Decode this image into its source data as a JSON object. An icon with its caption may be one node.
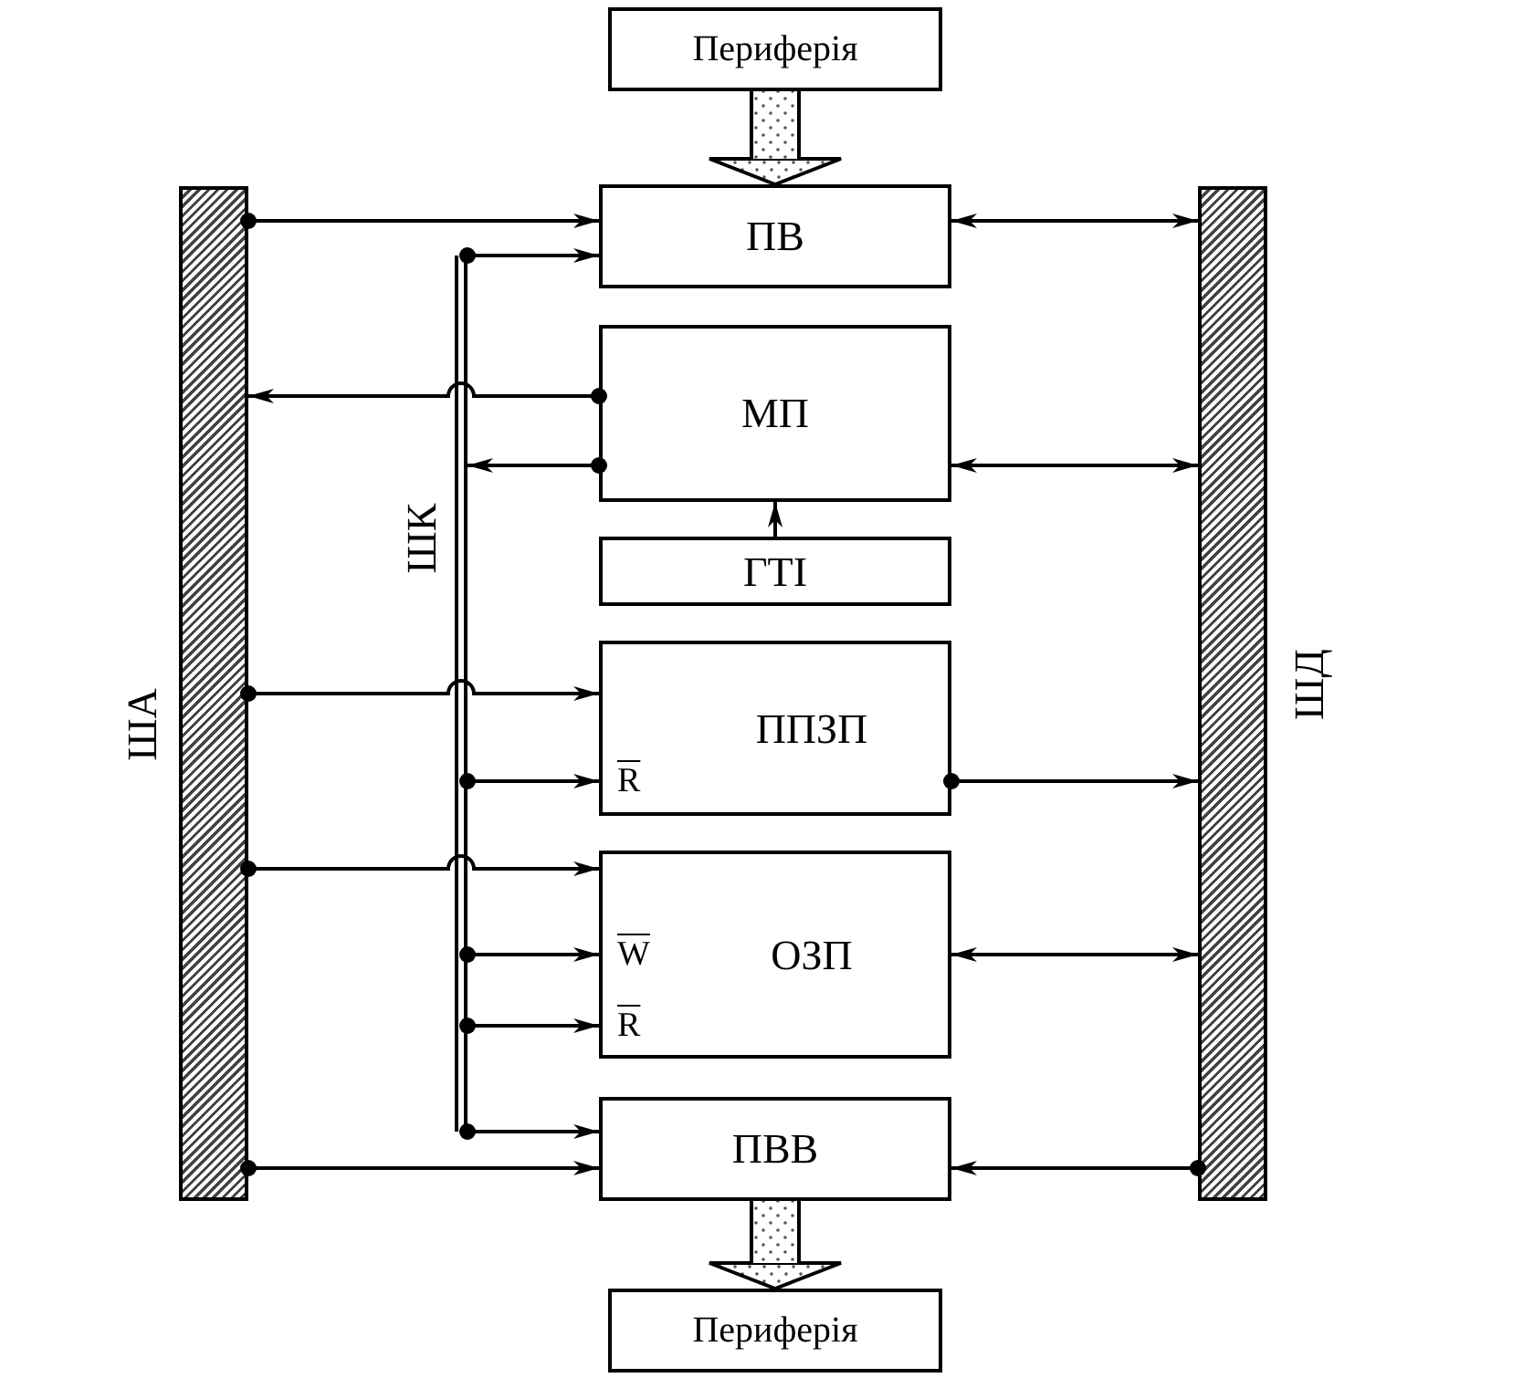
{
  "diagram": {
    "nodes": [
      {
        "text": [
          "Периферія"
        ]
      },
      {
        "text": [
          "ША"
        ]
      },
      {
        "text": [
          "ШК"
        ]
      },
      {
        "text": [
          "ПВ"
        ]
      },
      {
        "text": [
          "МП"
        ]
      },
      {
        "text": [
          "ГТІ"
        ]
      },
      {
        "text": [
          "ППЗП",
          "R"
        ]
      },
      {
        "text": [
          "W",
          "ОЗП",
          "R"
        ]
      },
      {
        "text": [
          "ПВВ"
        ]
      },
      {
        "text": [
          "Периферія"
        ]
      },
      {
        "text": [
          "ШД"
        ]
      }
    ],
    "edges": [
      {
        "from": 0,
        "to": 3,
        "arrow": "to",
        "style": "thick"
      },
      {
        "from": 1,
        "to": 3,
        "arrow": "to"
      },
      {
        "from": 2,
        "to": 3,
        "arrow": "to"
      },
      {
        "from": 3,
        "to": 10,
        "arrow": "both"
      },
      {
        "from": 4,
        "to": 1,
        "arrow": "to"
      },
      {
        "from": 4,
        "to": 2,
        "arrow": "to"
      },
      {
        "from": 4,
        "to": 10,
        "arrow": "both"
      },
      {
        "from": 5,
        "to": 4,
        "arrow": "to"
      },
      {
        "from": 1,
        "to": 6,
        "arrow": "to"
      },
      {
        "from": 2,
        "to": 6,
        "arrow": "to"
      },
      {
        "from": 6,
        "to": 10,
        "arrow": "to"
      },
      {
        "from": 1,
        "to": 7,
        "arrow": "to"
      },
      {
        "from": 2,
        "to": 7,
        "arrow": "to"
      },
      {
        "from": 2,
        "to": 7,
        "arrow": "to"
      },
      {
        "from": 7,
        "to": 10,
        "arrow": "both"
      },
      {
        "from": 2,
        "to": 8,
        "arrow": "to"
      },
      {
        "from": 1,
        "to": 8,
        "arrow": "to"
      },
      {
        "from": 10,
        "to": 8,
        "arrow": "to"
      },
      {
        "from": 8,
        "to": 9,
        "arrow": "to",
        "style": "thick"
      }
    ]
  }
}
